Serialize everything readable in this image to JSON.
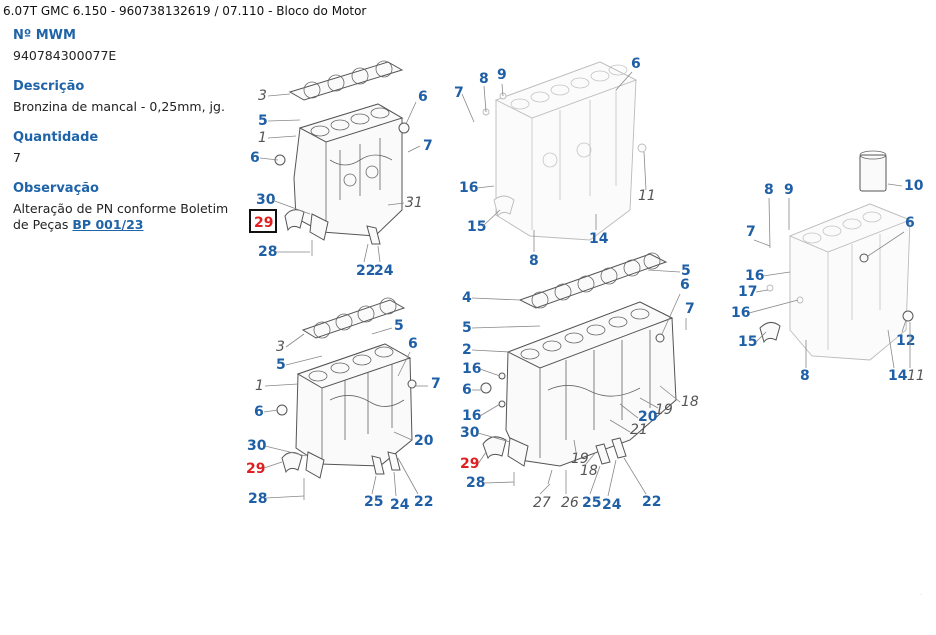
{
  "header": {
    "title": "6.07T GMC 6.150 - 960738132619  /  07.110 - Bloco do Motor"
  },
  "details": {
    "mwm_label": "Nº MWM",
    "mwm_value": "940784300077E",
    "descricao_label": "Descrição",
    "descricao_value": "Bronzina de mancal - 0,25mm, jg.",
    "quantidade_label": "Quantidade",
    "quantidade_value": "7",
    "observacao_label": "Observação",
    "observacao_text": "Alteração de PN conforme Boletim de Peças ",
    "observacao_link": "BP 001/23"
  },
  "diagram": {
    "highlight_color": "#e02020",
    "label_color": "#1f5fa6",
    "selected_part": "29"
  }
}
